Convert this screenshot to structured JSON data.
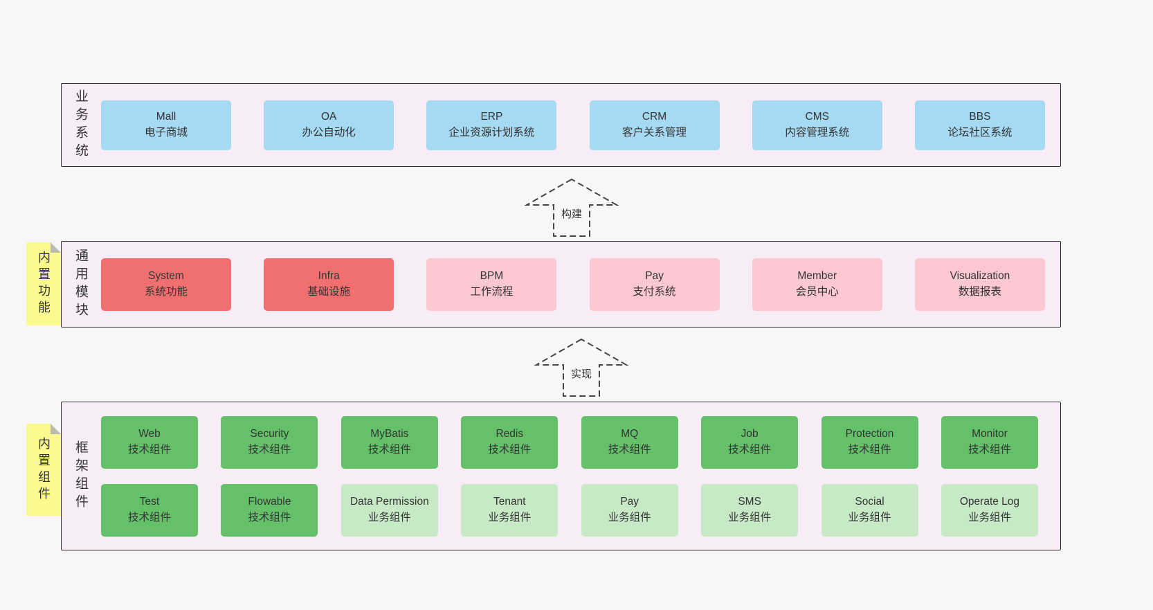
{
  "colors": {
    "background": "#f7f7f7",
    "panel_bg": "#f8edf7",
    "panel_border": "#2e2e2e",
    "blue_box": "#a6d9f2",
    "red_box": "#f07070",
    "pink_box": "#fbc7d0",
    "green_box": "#64c169",
    "light_green_box": "#c7e9c6",
    "sticky_note": "#fafa8e",
    "text": "#333333"
  },
  "layers": {
    "business": {
      "side_label": "业务系统",
      "items": [
        {
          "title": "Mall",
          "subtitle": "电子商城"
        },
        {
          "title": "OA",
          "subtitle": "办公自动化"
        },
        {
          "title": "ERP",
          "subtitle": "企业资源计划系统"
        },
        {
          "title": "CRM",
          "subtitle": "客户关系管理"
        },
        {
          "title": "CMS",
          "subtitle": "内容管理系统"
        },
        {
          "title": "BBS",
          "subtitle": "论坛社区系统"
        }
      ]
    },
    "modules": {
      "side_label": "通用模块",
      "sticky_label": "内置功能",
      "items": [
        {
          "title": "System",
          "subtitle": "系统功能"
        },
        {
          "title": "Infra",
          "subtitle": "基础设施"
        },
        {
          "title": "BPM",
          "subtitle": "工作流程"
        },
        {
          "title": "Pay",
          "subtitle": "支付系统"
        },
        {
          "title": "Member",
          "subtitle": "会员中心"
        },
        {
          "title": "Visualization",
          "subtitle": "数据报表"
        }
      ]
    },
    "components": {
      "side_label": "框架组件",
      "sticky_label": "内置组件",
      "row1": [
        {
          "title": "Web",
          "subtitle": "技术组件"
        },
        {
          "title": "Security",
          "subtitle": "技术组件"
        },
        {
          "title": "MyBatis",
          "subtitle": "技术组件"
        },
        {
          "title": "Redis",
          "subtitle": "技术组件"
        },
        {
          "title": "MQ",
          "subtitle": "技术组件"
        },
        {
          "title": "Job",
          "subtitle": "技术组件"
        },
        {
          "title": "Protection",
          "subtitle": "技术组件"
        },
        {
          "title": "Monitor",
          "subtitle": "技术组件"
        }
      ],
      "row2": [
        {
          "title": "Test",
          "subtitle": "技术组件"
        },
        {
          "title": "Flowable",
          "subtitle": "技术组件"
        },
        {
          "title": "Data Permission",
          "subtitle": "业务组件"
        },
        {
          "title": "Tenant",
          "subtitle": "业务组件"
        },
        {
          "title": "Pay",
          "subtitle": "业务组件"
        },
        {
          "title": "SMS",
          "subtitle": "业务组件"
        },
        {
          "title": "Social",
          "subtitle": "业务组件"
        },
        {
          "title": "Operate Log",
          "subtitle": "业务组件"
        }
      ]
    }
  },
  "arrows": {
    "build": {
      "label": "构建"
    },
    "implement": {
      "label": "实现"
    }
  }
}
